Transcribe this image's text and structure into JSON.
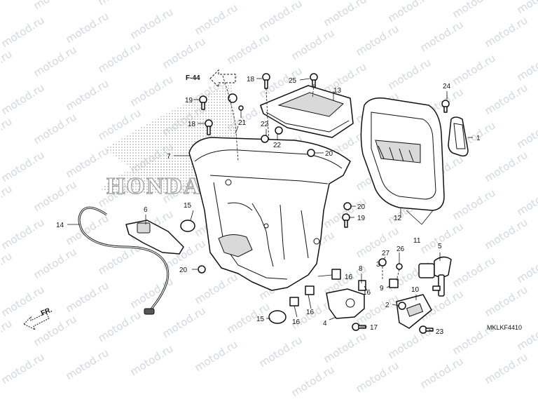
{
  "watermark": "motod.ru",
  "brand_mark": "HONDA",
  "figure_code": "MKLKF4410",
  "reference": "F-44",
  "front_label": "FR.",
  "callouts": [
    {
      "id": "c1",
      "label": "1"
    },
    {
      "id": "c2",
      "label": "2"
    },
    {
      "id": "c3",
      "label": "3"
    },
    {
      "id": "c4",
      "label": "4"
    },
    {
      "id": "c5",
      "label": "5"
    },
    {
      "id": "c6",
      "label": "6"
    },
    {
      "id": "c7",
      "label": "7"
    },
    {
      "id": "c8",
      "label": "8"
    },
    {
      "id": "c9",
      "label": "9"
    },
    {
      "id": "c10",
      "label": "10"
    },
    {
      "id": "c11",
      "label": "11"
    },
    {
      "id": "c12",
      "label": "12"
    },
    {
      "id": "c13",
      "label": "13"
    },
    {
      "id": "c14",
      "label": "14"
    },
    {
      "id": "c15a",
      "label": "15"
    },
    {
      "id": "c15b",
      "label": "15"
    },
    {
      "id": "c16a",
      "label": "16"
    },
    {
      "id": "c16b",
      "label": "16"
    },
    {
      "id": "c16c",
      "label": "16"
    },
    {
      "id": "c16d",
      "label": "16"
    },
    {
      "id": "c17",
      "label": "17"
    },
    {
      "id": "c18a",
      "label": "18"
    },
    {
      "id": "c18b",
      "label": "18"
    },
    {
      "id": "c19a",
      "label": "19"
    },
    {
      "id": "c19b",
      "label": "19"
    },
    {
      "id": "c20a",
      "label": "20"
    },
    {
      "id": "c20b",
      "label": "20"
    },
    {
      "id": "c20c",
      "label": "20"
    },
    {
      "id": "c21",
      "label": "21"
    },
    {
      "id": "c22a",
      "label": "22"
    },
    {
      "id": "c22b",
      "label": "22"
    },
    {
      "id": "c23",
      "label": "23"
    },
    {
      "id": "c24",
      "label": "24"
    },
    {
      "id": "c25",
      "label": "25"
    },
    {
      "id": "c26",
      "label": "26"
    },
    {
      "id": "c27",
      "label": "27"
    }
  ]
}
